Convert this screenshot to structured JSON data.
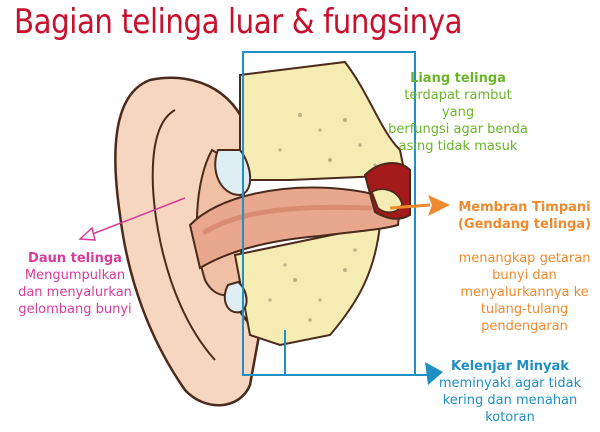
{
  "title": "Bagian telinga luar & fungsinya",
  "colors": {
    "title": "#c8102e",
    "liang": "#6bb52a",
    "membran": "#f08a2e",
    "daun": "#d83c9a",
    "kelenjar": "#1f8fc4",
    "skin": "#f6d6bf",
    "skin_shadow": "#efbfa6",
    "bone": "#f5ecb4",
    "canal": "#e9a88e",
    "drum": "#a41a1a"
  },
  "labels": {
    "liang": {
      "head": "Liang telinga",
      "desc": "terdapat rambut yang\nberfungsi agar benda\nasing tidak masuk"
    },
    "membran": {
      "head": "Membran Timpani\n(Gendang telinga)",
      "desc": "menangkap getaran\nbunyi dan\nmenyalurkannya ke\ntulang-tulang\npendengaran"
    },
    "daun": {
      "head": "Daun telinga",
      "desc": "Mengumpulkan\ndan menyalurkan\ngelombang bunyi"
    },
    "kelenjar": {
      "head": "Kelenjar Minyak",
      "desc": "meminyaki agar tidak\nkering dan menahan\nkotoran"
    }
  }
}
